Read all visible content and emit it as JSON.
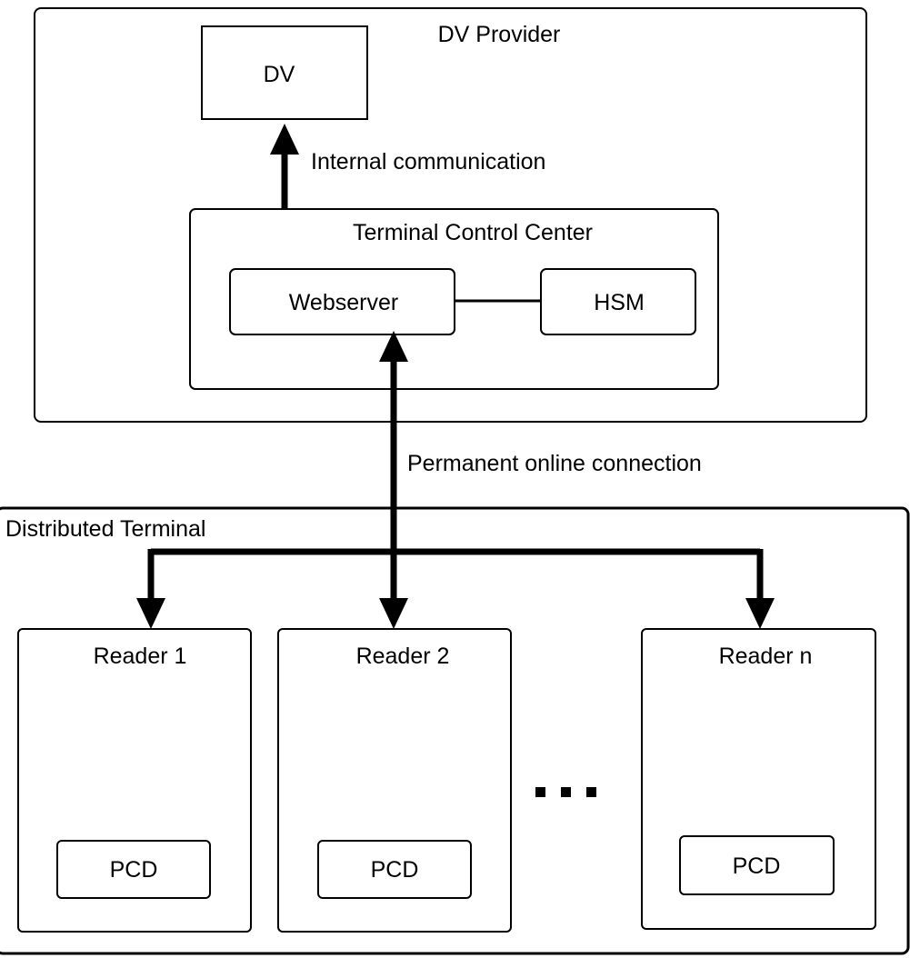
{
  "dv_provider": {
    "title": "DV Provider",
    "dv": {
      "label": "DV"
    },
    "internal_link": {
      "label": "Internal communication"
    },
    "terminal_control_center": {
      "title": "Terminal Control Center",
      "webserver": {
        "label": "Webserver"
      },
      "hsm": {
        "label": "HSM"
      }
    }
  },
  "permanent_link": {
    "label": "Permanent online connection"
  },
  "distributed_terminal": {
    "title": "Distributed Terminal",
    "readers": [
      {
        "label": "Reader 1",
        "pcd_label": "PCD"
      },
      {
        "label": "Reader 2",
        "pcd_label": "PCD"
      },
      {
        "label": "Reader n",
        "pcd_label": "PCD"
      }
    ],
    "ellipsis_dots": 3
  }
}
